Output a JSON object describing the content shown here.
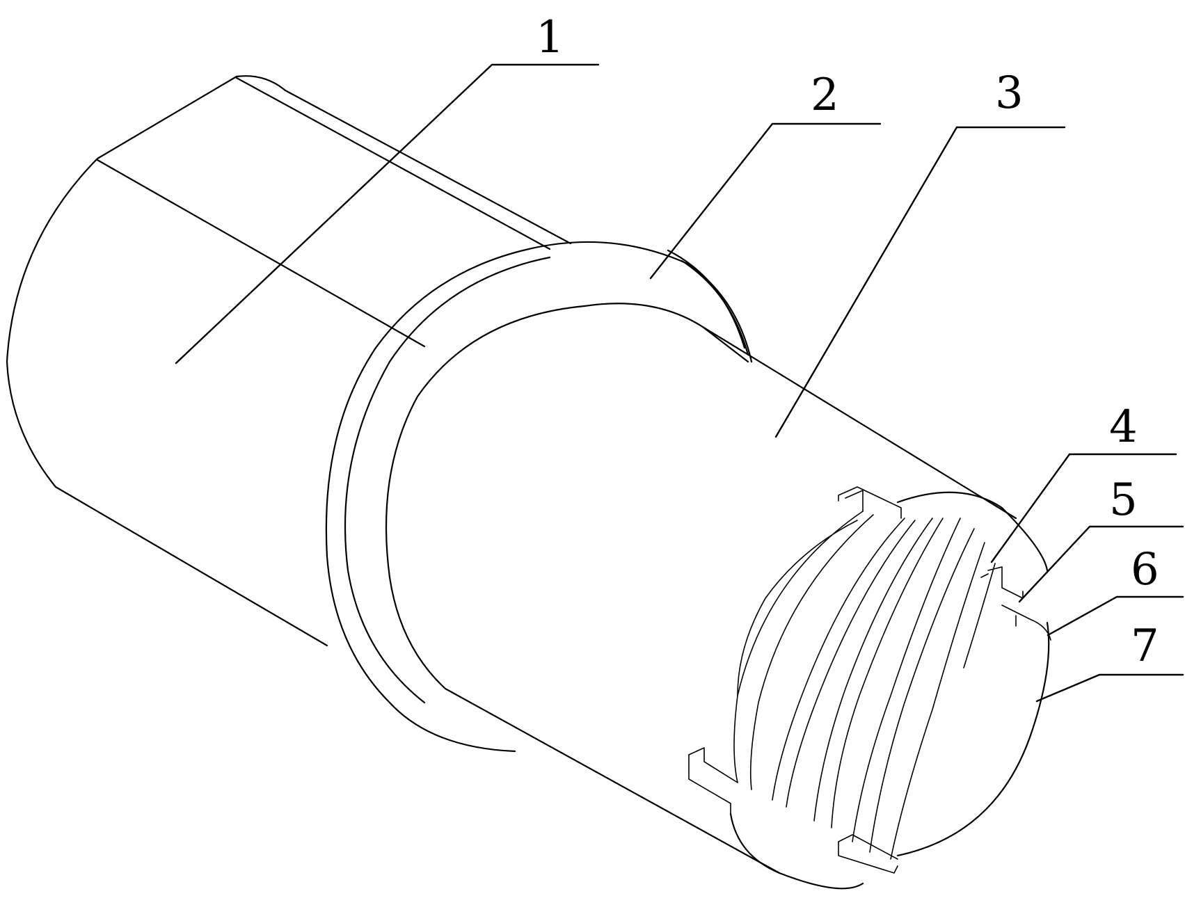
{
  "callouts": [
    {
      "id": "1",
      "label": "1"
    },
    {
      "id": "2",
      "label": "2"
    },
    {
      "id": "3",
      "label": "3"
    },
    {
      "id": "4",
      "label": "4"
    },
    {
      "id": "5",
      "label": "5"
    },
    {
      "id": "6",
      "label": "6"
    },
    {
      "id": "7",
      "label": "7"
    }
  ],
  "colors": {
    "stroke": "#000000",
    "background": "#ffffff"
  }
}
